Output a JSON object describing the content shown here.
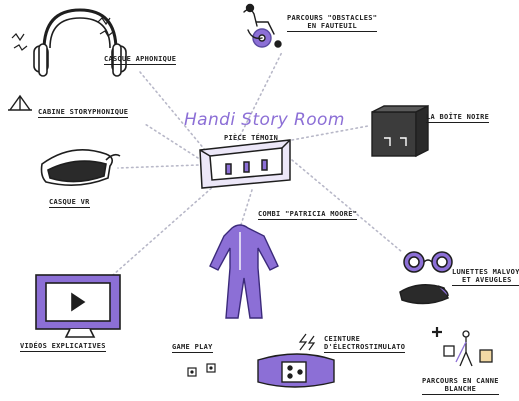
{
  "title": "Handi Story Room",
  "center": {
    "label": "PIÈCE TÉMOIN"
  },
  "nodes": {
    "parcours_fauteuil": {
      "line1": "PARCOURS \"OBSTACLES\"",
      "line2": "EN FAUTEUIL"
    },
    "casque_aphonique": "CASQUE APHONIQUE",
    "cabine": "CABINE STORYPHONIQUE",
    "casque_vr": "CASQUE VR",
    "boite_noire": "LA BOÎTE NOIRE",
    "combi": "COMBI \"PATRICIA MOORE\"",
    "lunettes": {
      "line1": "LUNETTES MALVOYANT",
      "line2": "ET AVEUGLES"
    },
    "videos": "VIDÉOS EXPLICATIVES",
    "game_play": "GAME PLAY",
    "ceinture": {
      "line1": "CEINTURE",
      "line2": "D'ÉLECTROSTIMULATO"
    },
    "parcours_canne": {
      "line1": "PARCOURS EN CANNE",
      "line2": "BLANCHE"
    }
  },
  "colors": {
    "accent": "#8c6fd6",
    "ink": "#1e1e1e",
    "connector": "#b8b8c8",
    "fill_light": "#ece7f8"
  },
  "icons": [
    "wheelchair-icon",
    "headphones-icon",
    "soundwave-icon",
    "booth-icon",
    "vr-headset-icon",
    "black-box-icon",
    "room-box-icon",
    "jumpsuit-icon",
    "glasses-icon",
    "monitor-icon",
    "dice-icon",
    "belt-icon",
    "lightning-icon",
    "blind-cane-icon",
    "plus-icon"
  ]
}
